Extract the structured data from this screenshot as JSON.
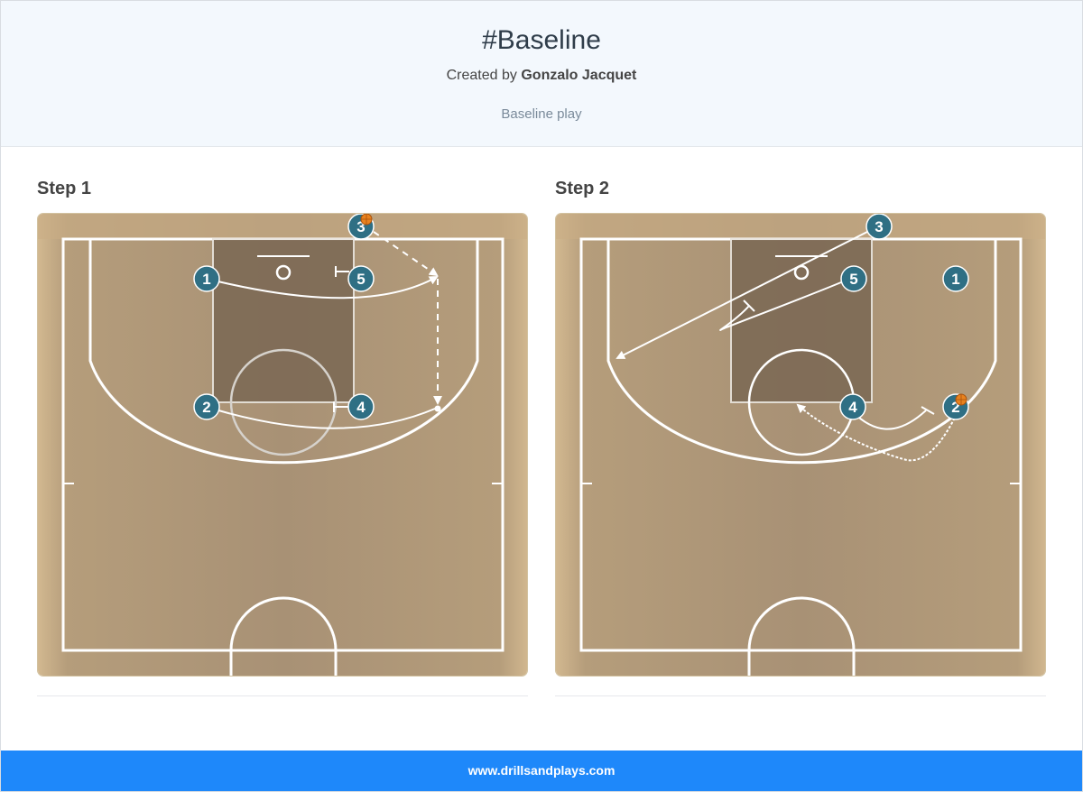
{
  "header": {
    "title": "#Baseline",
    "created_by_prefix": "Created by",
    "author": "Gonzalo Jacquet",
    "description": "Baseline play"
  },
  "steps": [
    {
      "label": "Step 1",
      "players": [
        {
          "num": "1",
          "ball": false
        },
        {
          "num": "2",
          "ball": false
        },
        {
          "num": "3",
          "ball": true
        },
        {
          "num": "4",
          "ball": false
        },
        {
          "num": "5",
          "ball": false
        }
      ]
    },
    {
      "label": "Step 2",
      "players": [
        {
          "num": "1",
          "ball": false
        },
        {
          "num": "2",
          "ball": true
        },
        {
          "num": "3",
          "ball": false
        },
        {
          "num": "4",
          "ball": false
        },
        {
          "num": "5",
          "ball": false
        }
      ]
    }
  ],
  "footer": {
    "site": "www.drillsandplays.com"
  },
  "colors": {
    "header_bg": "#f3f8fd",
    "footer_bg": "#1e88fa",
    "player_fill": "#2f6f84",
    "paint": "#7d6a55",
    "court_wood": "#b39a78",
    "ball": "#e8821e"
  }
}
